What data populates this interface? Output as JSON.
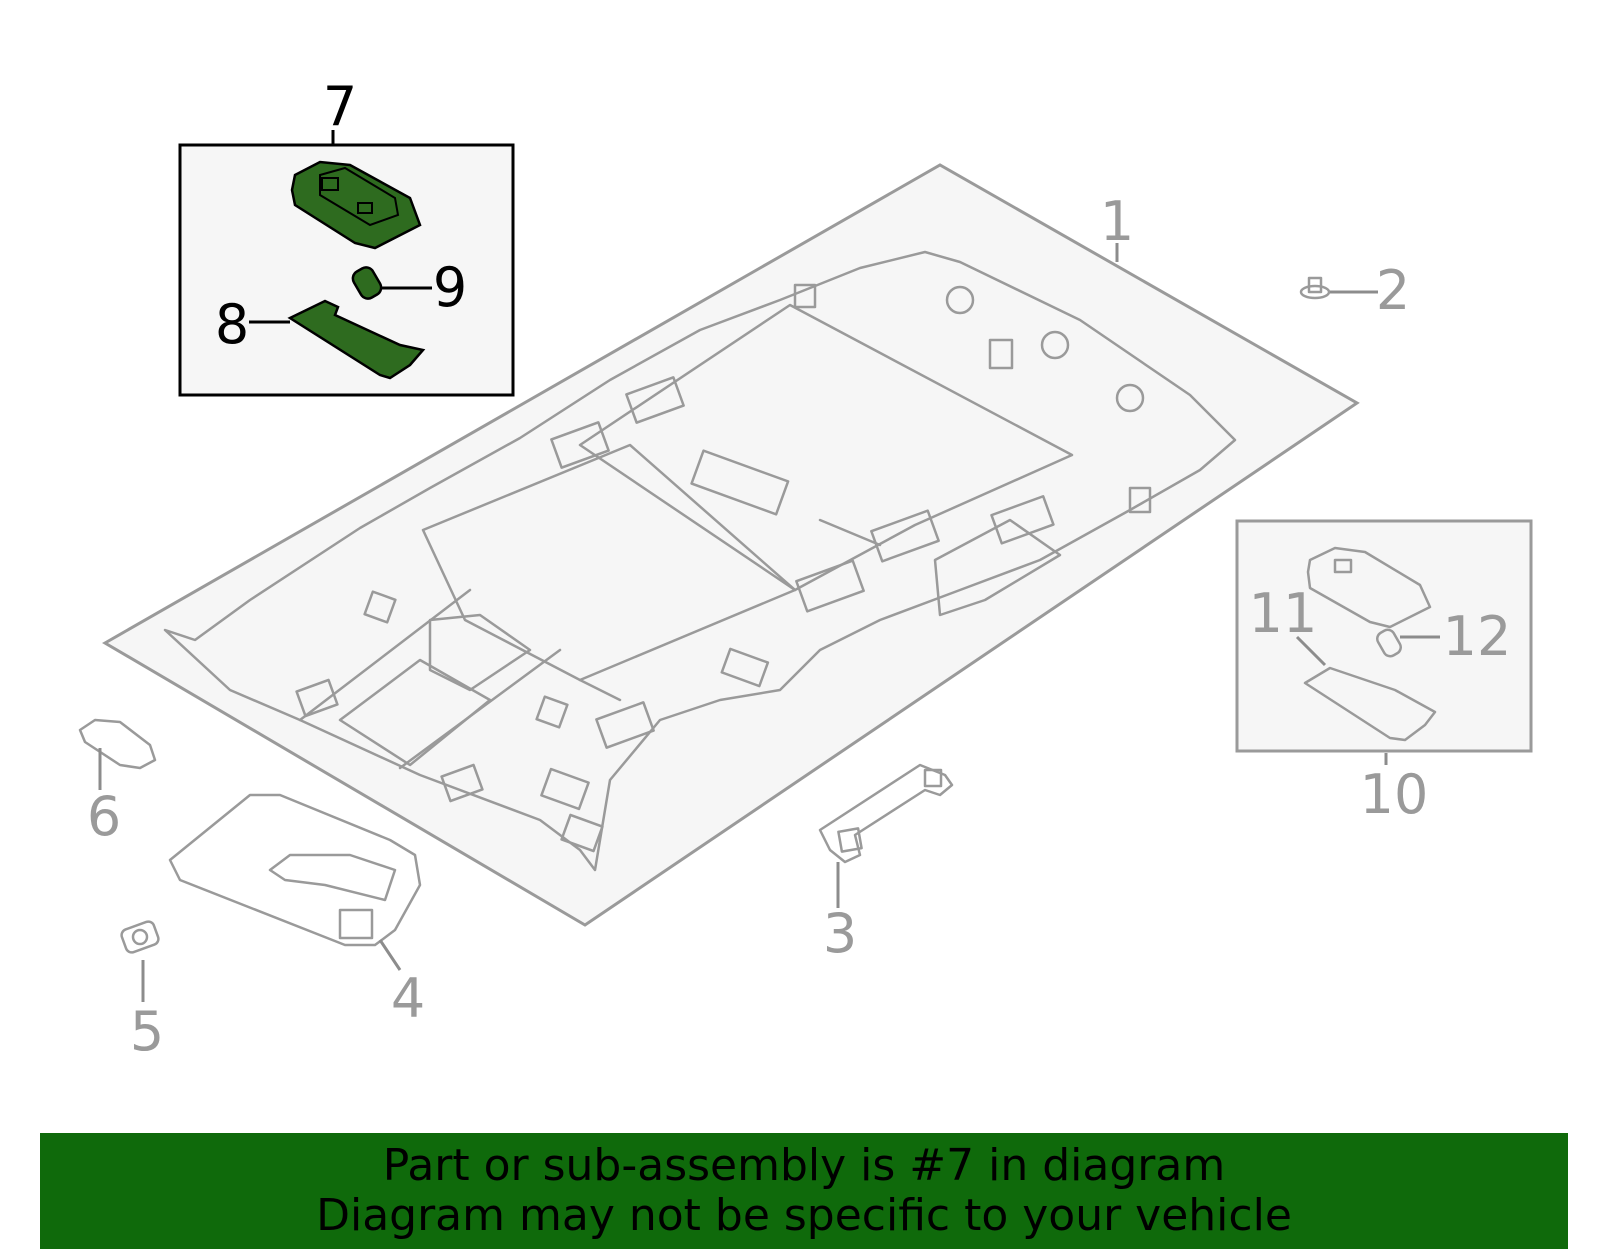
{
  "callouts": [
    {
      "id": "1",
      "label": "1",
      "highlighted": false
    },
    {
      "id": "2",
      "label": "2",
      "highlighted": false
    },
    {
      "id": "3",
      "label": "3",
      "highlighted": false
    },
    {
      "id": "4",
      "label": "4",
      "highlighted": false
    },
    {
      "id": "5",
      "label": "5",
      "highlighted": false
    },
    {
      "id": "6",
      "label": "6",
      "highlighted": false
    },
    {
      "id": "7",
      "label": "7",
      "highlighted": true
    },
    {
      "id": "8",
      "label": "8",
      "highlighted": true
    },
    {
      "id": "9",
      "label": "9",
      "highlighted": true
    },
    {
      "id": "10",
      "label": "10",
      "highlighted": false
    },
    {
      "id": "11",
      "label": "11",
      "highlighted": false
    },
    {
      "id": "12",
      "label": "12",
      "highlighted": false
    }
  ],
  "banner": {
    "line1": "Part or sub-assembly is #7 in diagram",
    "line2": "Diagram may not be specific to your vehicle"
  },
  "colors": {
    "highlight_part": "#2e6b1f",
    "banner_bg": "#0f6a0b",
    "line_gray": "#9a9a9a",
    "panel_fill": "#f6f6f6"
  }
}
